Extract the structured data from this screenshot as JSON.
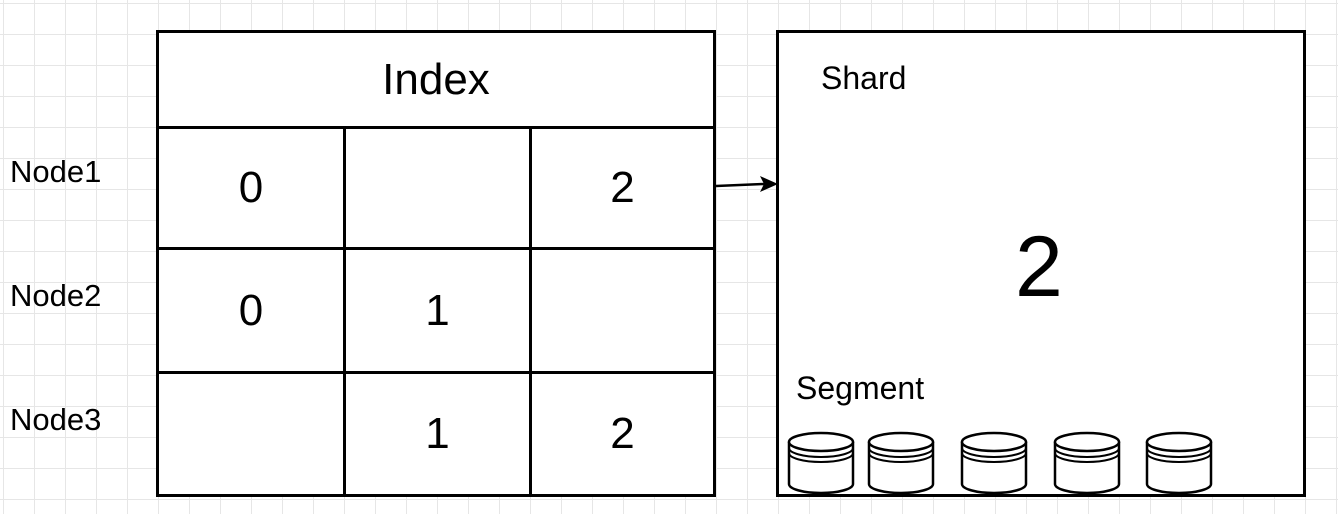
{
  "nodes": [
    "Node1",
    "Node2",
    "Node3"
  ],
  "index": {
    "title": "Index",
    "rows": [
      [
        "0",
        "",
        "2"
      ],
      [
        "0",
        "1",
        ""
      ],
      [
        "",
        "1",
        "2"
      ]
    ]
  },
  "shard": {
    "title": "Shard",
    "number": "2",
    "segment_label": "Segment",
    "segment_count": 5
  }
}
